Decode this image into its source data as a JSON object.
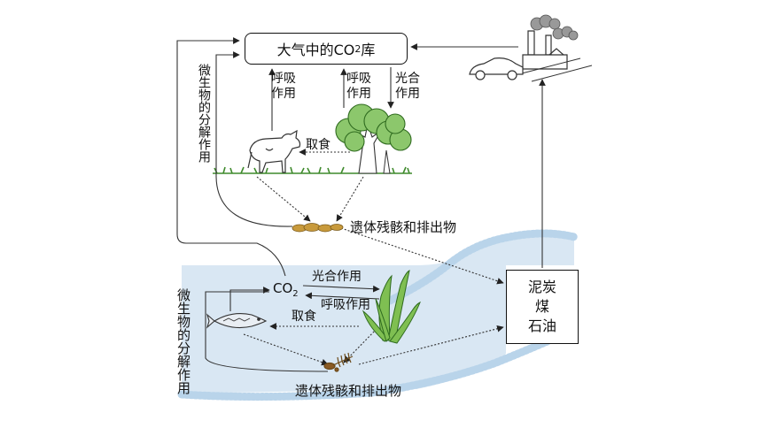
{
  "atmosphere": {
    "prefix": "大气中的CO",
    "sub": "2",
    "suffix": "库"
  },
  "land": {
    "respiration_cow": "呼吸作用",
    "respiration_tree": "呼吸作用",
    "photosynthesis": "光合作用",
    "feeding": "取食",
    "decomposer": "微生物的分解作用",
    "remains": "遗体残骸和排出物"
  },
  "water": {
    "co2_prefix": "CO",
    "co2_sub": "2",
    "photosynthesis": "光合作用",
    "respiration": "呼吸作用",
    "feeding": "取食",
    "decomposer": "微生物的分解作用",
    "remains": "遗体残骸和排出物"
  },
  "fossil_store": [
    "泥炭",
    "煤",
    "石油"
  ],
  "icons": [
    "cow-icon",
    "tree-icon",
    "factory-icon",
    "car-icon",
    "fish-icon",
    "seaweed-icon",
    "fish-skeleton-icon"
  ],
  "colors": {
    "water": "#d9e7f3",
    "shore": "#b9d4ea",
    "grass": "#3f8a2c",
    "tree": "#7bc060",
    "plant": "#5ea33a",
    "remains": "#c89a3c"
  }
}
